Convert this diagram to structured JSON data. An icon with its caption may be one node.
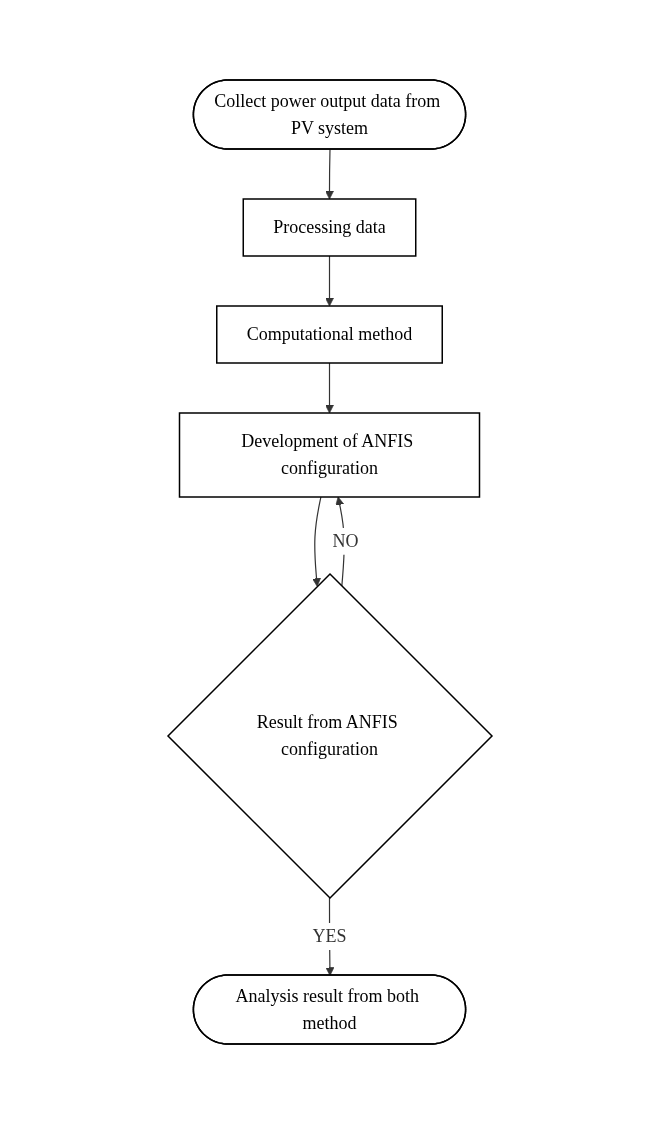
{
  "diagram": {
    "nodes": [
      {
        "text": [
          "Collect power output data from PV system"
        ]
      },
      {
        "text": [
          "Processing data"
        ]
      },
      {
        "text": [
          "Computational method"
        ]
      },
      {
        "text": [
          "Development of ANFIS configuration"
        ]
      },
      {
        "text": [
          "Result from ANFIS configuration"
        ]
      },
      {
        "text": [
          "Analysis result from both method"
        ]
      }
    ],
    "edges": [
      {
        "from": 0,
        "to": 1,
        "arrow": "to"
      },
      {
        "from": 1,
        "to": 2,
        "arrow": "to"
      },
      {
        "from": 2,
        "to": 3,
        "arrow": "to"
      },
      {
        "from": 3,
        "to": 4,
        "arrow": "to"
      },
      {
        "from": 4,
        "to": 3,
        "arrow": "to",
        "label": "NO"
      },
      {
        "from": 4,
        "to": 5,
        "arrow": "to",
        "label": "YES"
      }
    ]
  }
}
